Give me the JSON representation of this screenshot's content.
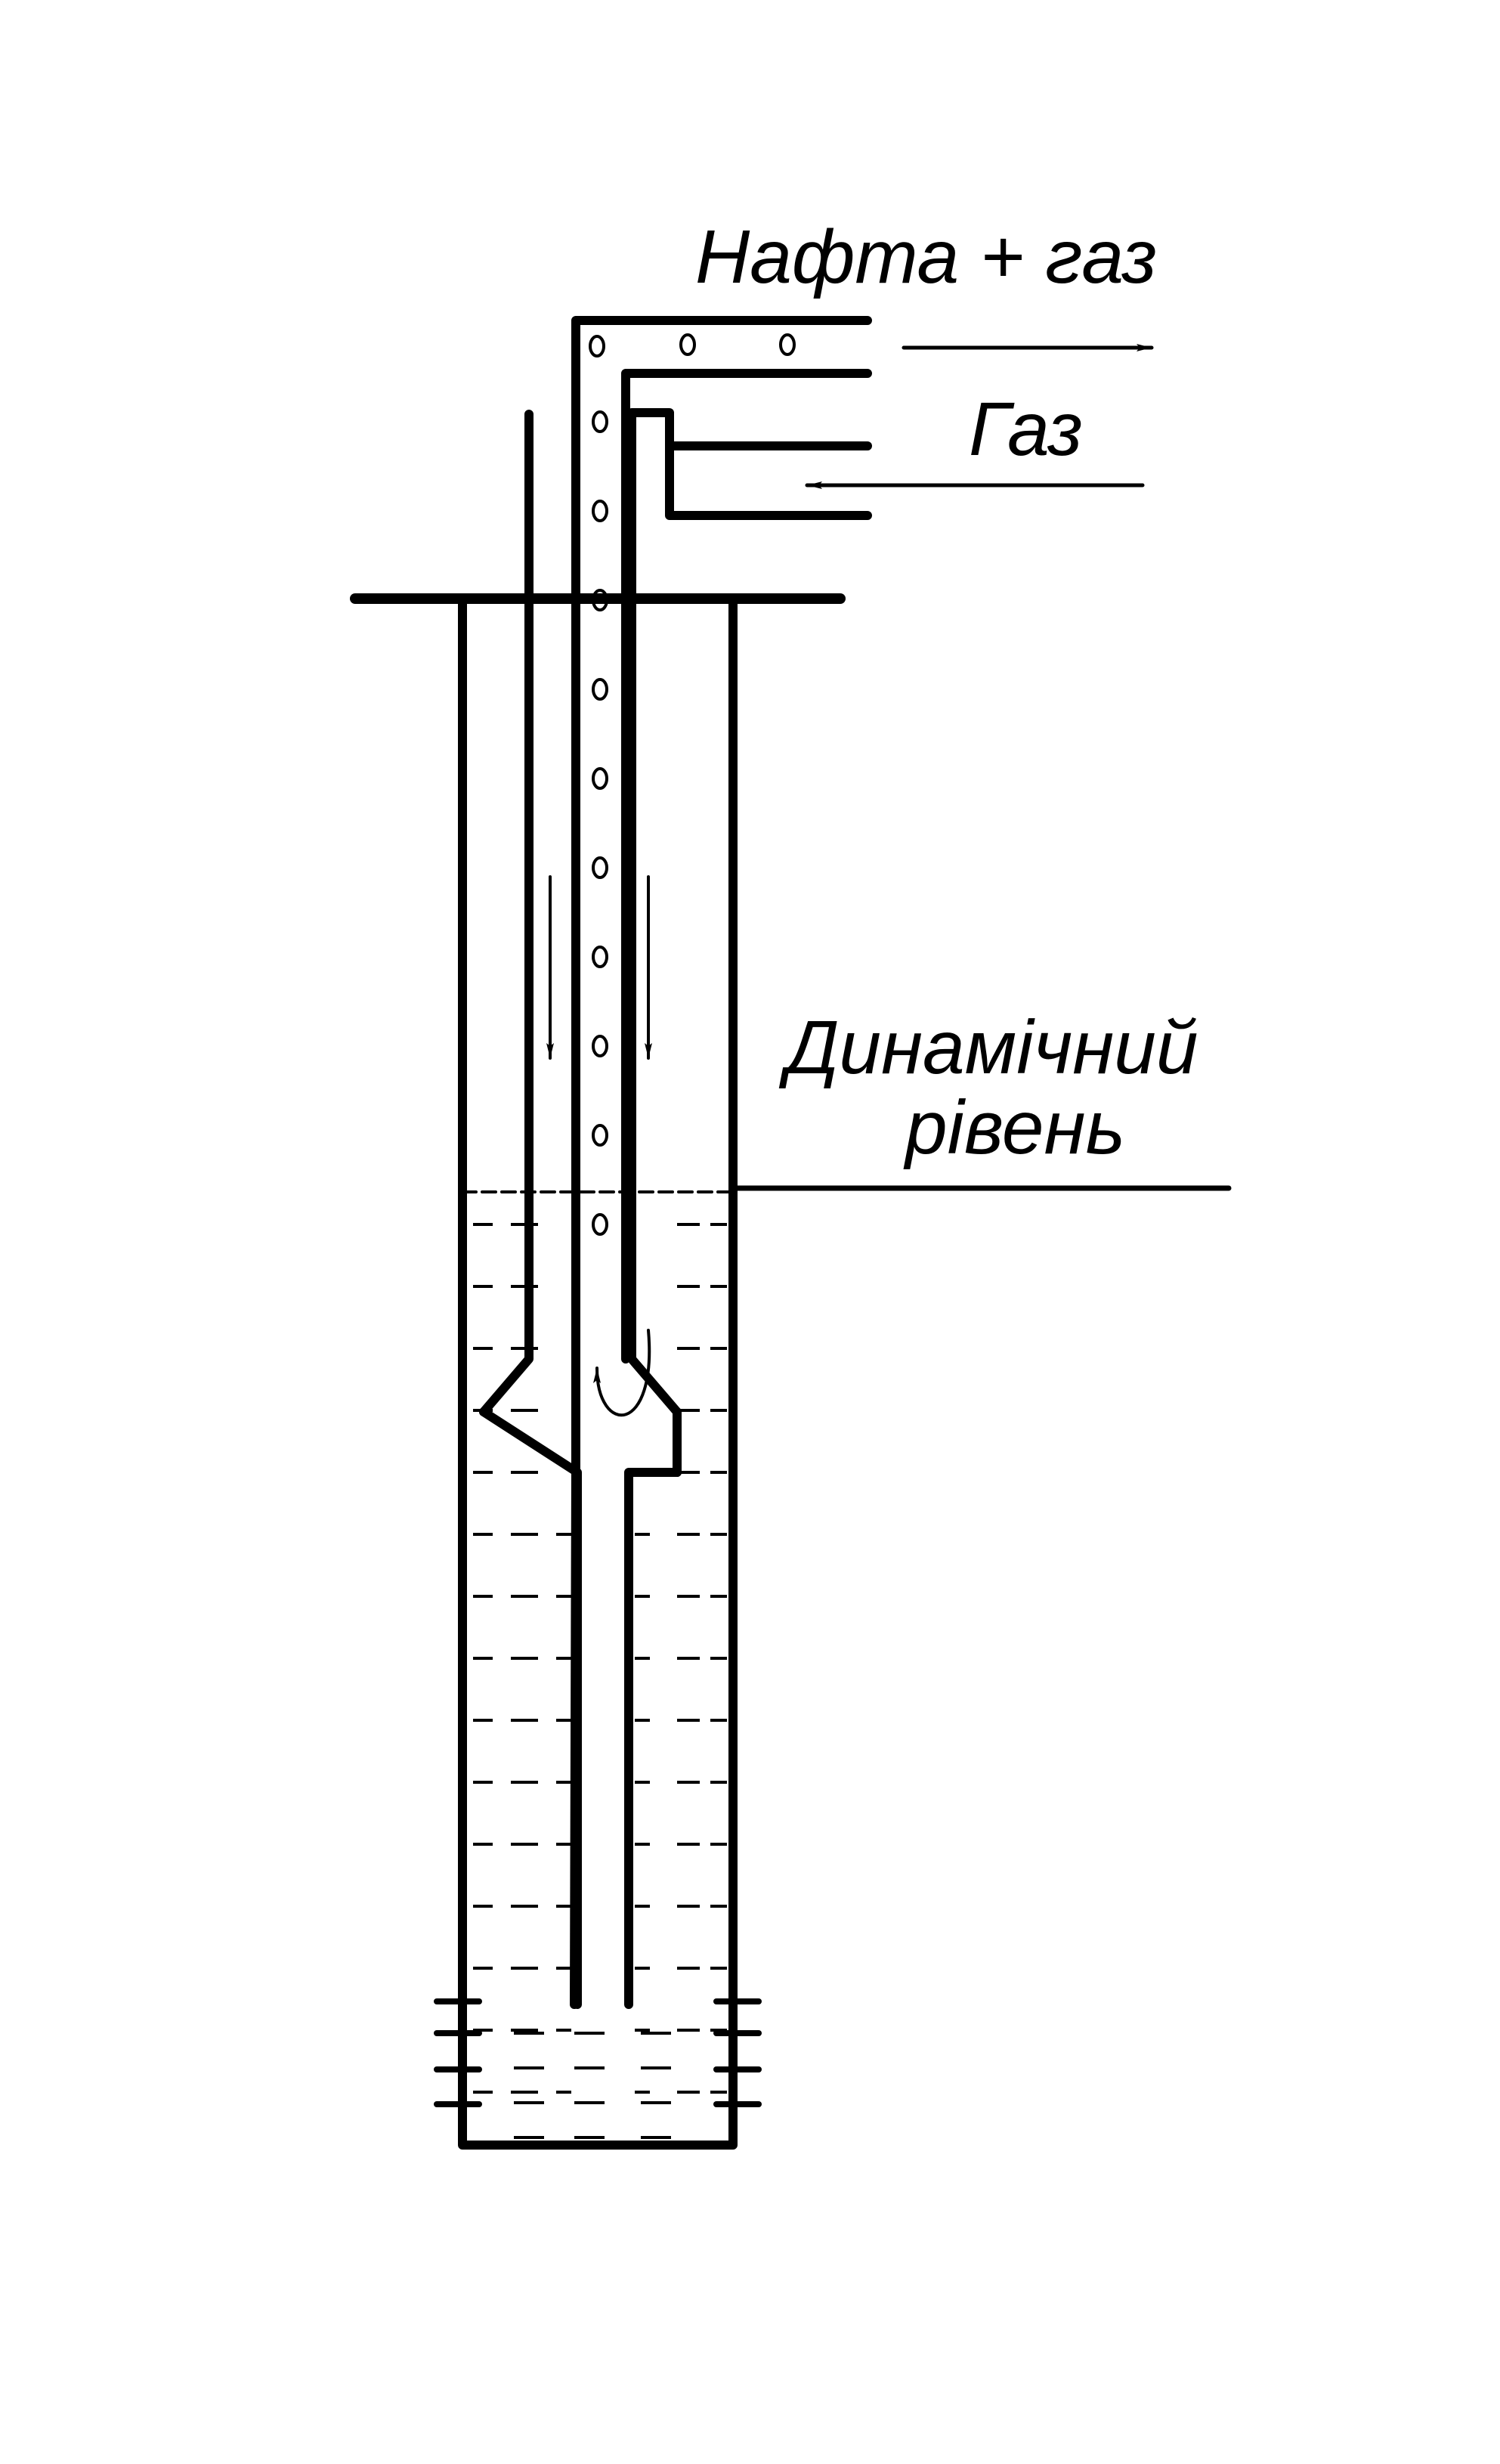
{
  "labels": {
    "outflow": "Нафта + газ",
    "inflow": "Газ",
    "dynamic_level_line1": "Динамічний",
    "dynamic_level_line2": "рівень"
  }
}
